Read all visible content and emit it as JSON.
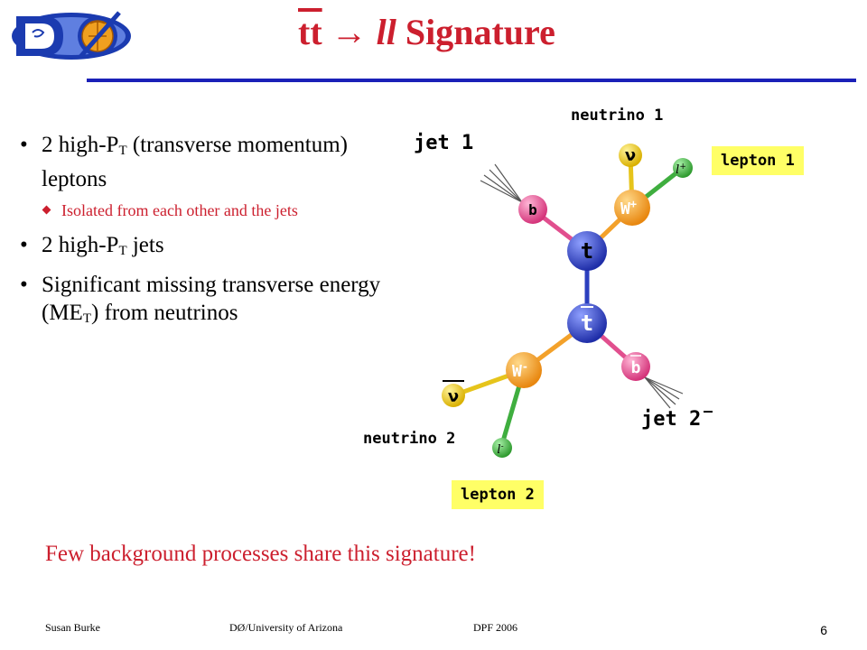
{
  "header": {
    "title_tt": "tt",
    "title_arrow": " → ",
    "title_ll": "ll",
    "title_rest": " Signature"
  },
  "bullets": [
    {
      "text": "2 high-P",
      "sub": "T",
      "after": " (transverse momentum) leptons"
    },
    {
      "text": "Isolated from each other and the jets"
    },
    {
      "text": "2 high-P",
      "sub": "T",
      "after": " jets"
    },
    {
      "text": "Significant missing transverse energy (ME",
      "sub": "T",
      "after": ") from neutrinos"
    }
  ],
  "diagram": {
    "labels": {
      "jet1": "jet 1",
      "jet2": "jet 2",
      "neutrino1": "neutrino 1",
      "neutrino2": "neutrino 2",
      "lepton1": "lepton 1",
      "lepton2": "lepton 2"
    },
    "nodes": {
      "t": "t",
      "tbar": "t",
      "b": "b",
      "bbar": "b",
      "wplus": "W",
      "wplus_sup": "+",
      "wminus": "W",
      "wminus_sup": "-",
      "nu": "ν",
      "nubar": "ν",
      "lplus": "l",
      "lplus_sup": "+",
      "lminus": "l",
      "lminus_sup": "-"
    },
    "colors": {
      "top": "#2c3fbf",
      "bottom": "#e14f8e",
      "w": "#f3a12a",
      "neutrino": "#e6c41b",
      "lepton": "#3fae3f"
    }
  },
  "message": "Few background processes share this signature!",
  "footer": {
    "author": "Susan Burke",
    "affiliation": "DØ/University of Arizona",
    "conference": "DPF 2006",
    "page": "6"
  }
}
